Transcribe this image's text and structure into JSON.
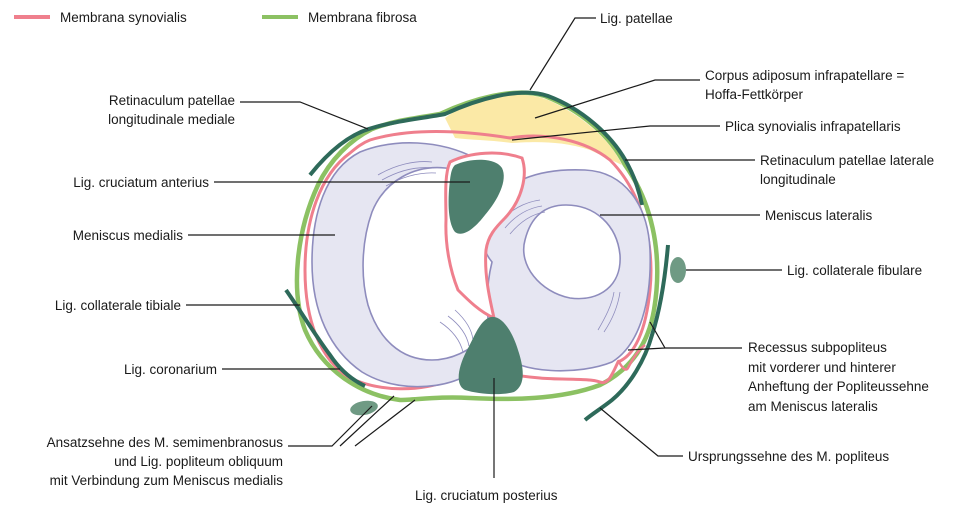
{
  "legend": {
    "synovial": {
      "label": "Membrana synovialis",
      "color": "#ef7f8d"
    },
    "fibrous": {
      "label": "Membrana fibrosa",
      "color": "#8cc163"
    }
  },
  "colors": {
    "meniscus_fill": "#e6e6f2",
    "meniscus_stroke": "#8e8cbd",
    "ligament_fill": "#4e7f6e",
    "dark_band": "#2e6a5a",
    "fat_pad": "#fbe9a6",
    "line": "#1a1a1a"
  },
  "labels": {
    "lig_patellae": "Lig. patellae",
    "corpus_adiposum": [
      "Corpus adiposum infrapatellare =",
      "Hoffa-Fettkörper"
    ],
    "plica": "Plica synovialis infrapatellaris",
    "retinaculum_lateral": [
      "Retinaculum patellae laterale",
      "longitudinale"
    ],
    "meniscus_lateralis": "Meniscus lateralis",
    "lig_collaterale_fibulare": "Lig. collaterale fibulare",
    "recessus": [
      "Recessus subpopliteus",
      "mit vorderer und hinterer",
      "Anheftung der Popliteussehne",
      "am Meniscus lateralis"
    ],
    "ursprungssehne": "Ursprungssehne des M. popliteus",
    "lig_cruciatum_posterius": "Lig. cruciatum posterius",
    "ansatzsehne": [
      "Ansatzsehne des M. semimenbranosus",
      "und Lig. popliteum obliquum",
      "mit Verbindung zum Meniscus medialis"
    ],
    "lig_coronarium": "Lig. coronarium",
    "lig_collaterale_tibiale": "Lig. collaterale tibiale",
    "meniscus_medialis": "Meniscus medialis",
    "lig_cruciatum_anterius": "Lig. cruciatum anterius",
    "retinaculum_medial": [
      "Retinaculum patellae",
      "longitudinale mediale"
    ]
  }
}
